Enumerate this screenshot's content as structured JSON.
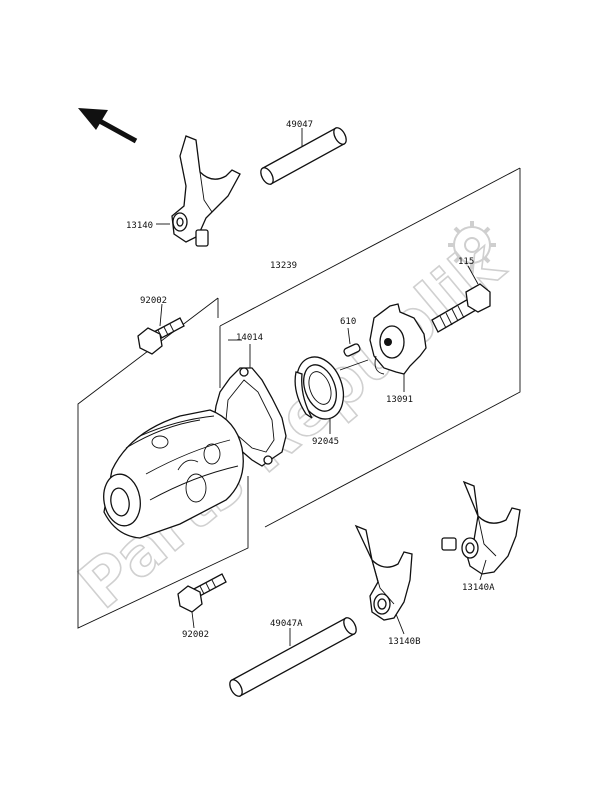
{
  "watermark": "Parts Republik",
  "part_labels": {
    "p49047": "49047",
    "p13140": "13140",
    "p13239": "13239",
    "p115": "115",
    "p92002_top": "92002",
    "p14014": "14014",
    "p610": "610",
    "p13091": "13091",
    "p92045": "92045",
    "p92002_bottom": "92002",
    "p49047A": "49047A",
    "p13140B": "13140B",
    "p13140A": "13140A"
  },
  "icons": {
    "direction": "front-arrow-icon",
    "watermark_logo": "gear-icon"
  }
}
